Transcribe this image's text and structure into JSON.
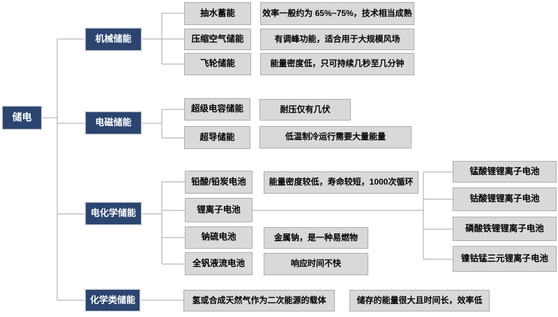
{
  "colors": {
    "node_fill_blue": "#2b4570",
    "node_fill_gray": "#d9d9d9",
    "connector_line": "#a6a6a6"
  },
  "tree": {
    "root": {
      "label": "储电"
    },
    "branches": [
      {
        "label": "机械储能",
        "children": [
          {
            "label": "抽水蓄能",
            "desc": "效率一般约为 65%~75%，技术相当成熟"
          },
          {
            "label": "压缩空气储能",
            "desc": "有调峰功能，适合用于大规模风场"
          },
          {
            "label": "飞轮储能",
            "desc": "能量密度低，只可持续几秒至几分钟"
          }
        ]
      },
      {
        "label": "电磁储能",
        "children": [
          {
            "label": "超级电容储能",
            "desc": "耐压仅有几伏"
          },
          {
            "label": "超导储能",
            "desc": "低温制冷运行需要大量能量"
          }
        ]
      },
      {
        "label": "电化学储能",
        "children": [
          {
            "label": "铅酸/铅炭电池",
            "desc": "能量密度较低，寿命较短，1000次循环"
          },
          {
            "label": "锂离子电池",
            "subtypes": [
              "锰酸锂锂离子电池",
              "钴酸锂锂离子电池",
              "磷酸铁锂锂离子电池",
              "镍钴锰三元锂离子电池"
            ]
          },
          {
            "label": "钠硫电池",
            "desc": "金属钠，是一种易燃物"
          },
          {
            "label": "全钒液流电池",
            "desc": "响应时间不快"
          }
        ]
      },
      {
        "label": "化学类储能",
        "children": [
          {
            "label": "氢或合成天然气作为二次能源的载体",
            "desc": "储存的能量很大且时间长，效率低"
          }
        ]
      }
    ]
  }
}
